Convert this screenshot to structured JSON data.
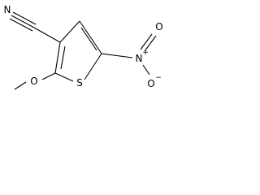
{
  "molecule": {
    "atoms": {
      "nitrile_n": "N",
      "ring_s": "S",
      "ether_o": "O",
      "nitro_n": "N",
      "nitro_n_charge": "+",
      "nitro_o_top": "O",
      "nitro_o_bottom": "O",
      "nitro_o_bottom_charge": "−"
    }
  }
}
